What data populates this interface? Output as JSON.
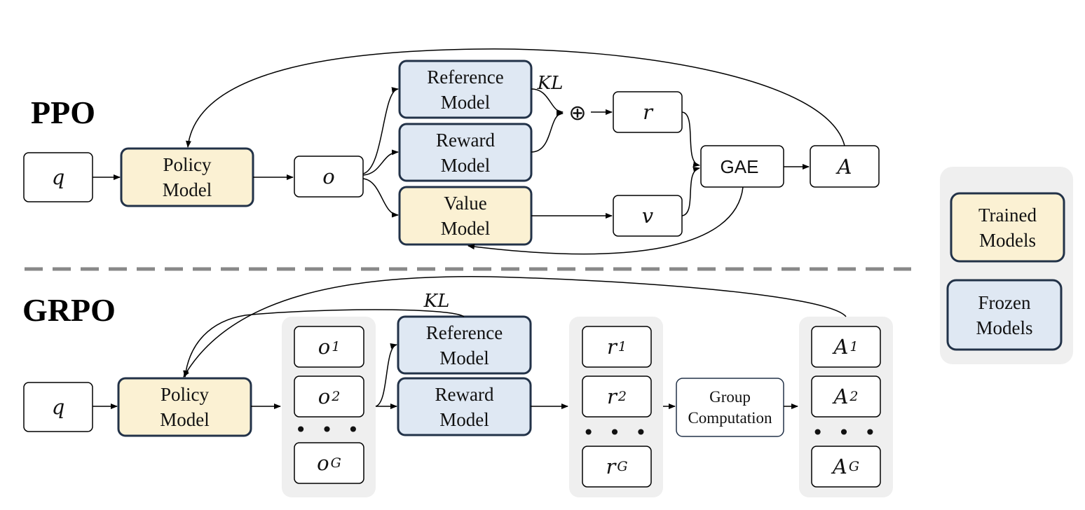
{
  "ppo": {
    "title": "PPO",
    "q": "q",
    "policy": [
      "Policy",
      "Model"
    ],
    "o": "o",
    "reference": [
      "Reference",
      "Model"
    ],
    "reward": [
      "Reward",
      "Model"
    ],
    "value": [
      "Value",
      "Model"
    ],
    "kl": "KL",
    "plus": "⊕",
    "r": "r",
    "v": "v",
    "gae": "GAE",
    "a": "A"
  },
  "grpo": {
    "title": "GRPO",
    "q": "q",
    "policy": [
      "Policy",
      "Model"
    ],
    "outputs": [
      {
        "base": "o",
        "sub": "1"
      },
      {
        "base": "o",
        "sub": "2"
      },
      {
        "base": "o",
        "sub": "G"
      }
    ],
    "reference": [
      "Reference",
      "Model"
    ],
    "reward": [
      "Reward",
      "Model"
    ],
    "kl": "KL",
    "rewards": [
      {
        "base": "r",
        "sub": "1"
      },
      {
        "base": "r",
        "sub": "2"
      },
      {
        "base": "r",
        "sub": "G"
      }
    ],
    "group": [
      "Group",
      "Computation"
    ],
    "advantages": [
      {
        "base": "A",
        "sub": "1"
      },
      {
        "base": "A",
        "sub": "2"
      },
      {
        "base": "A",
        "sub": "G"
      }
    ],
    "ellipsis": "• • •"
  },
  "legend": {
    "trained": [
      "Trained",
      "Models"
    ],
    "frozen": [
      "Frozen",
      "Models"
    ]
  },
  "colors": {
    "trained_fill": "#fbf1d3",
    "frozen_fill": "#dfe8f3",
    "model_border": "#223248",
    "group_bg": "#efefef",
    "divider": "#888888"
  }
}
